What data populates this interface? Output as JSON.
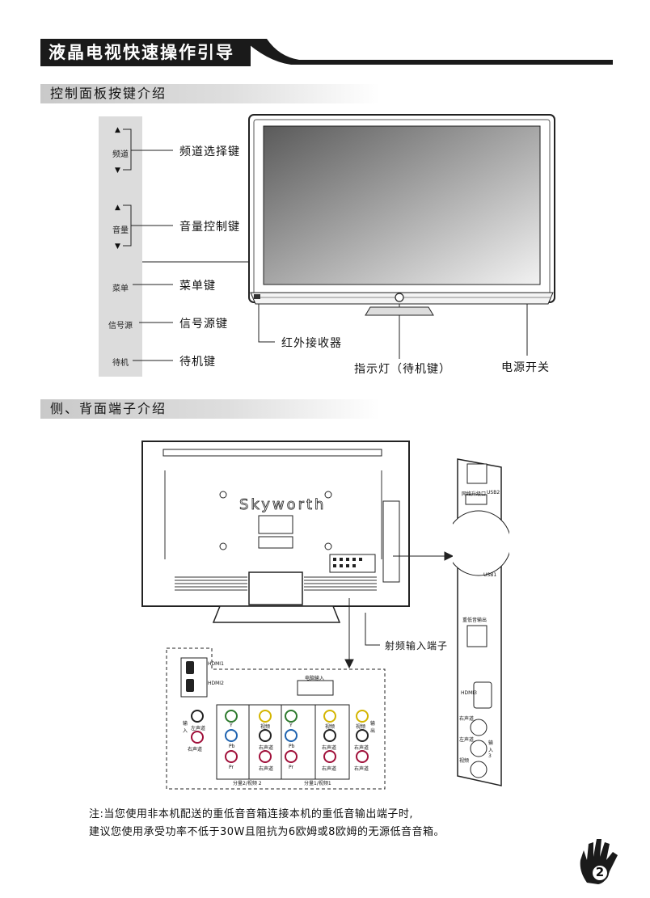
{
  "header": {
    "title": "液晶电视快速操作引导"
  },
  "section1": {
    "title": "控制面板按键介绍"
  },
  "panel": {
    "channel": "频道",
    "volume": "音量",
    "menu": "菜单",
    "source": "信号源",
    "standby": "待机"
  },
  "labels1": {
    "channel_key": "频道选择键",
    "volume_key": "音量控制键",
    "menu_key": "菜单键",
    "source_key": "信号源键",
    "standby_key": "待机键",
    "ir_receiver": "红外接收器",
    "indicator": "指示灯（待机键）",
    "power_switch": "电源开关"
  },
  "section2": {
    "title": "侧、背面端子介绍"
  },
  "tv_back": {
    "brand": "Skyworth"
  },
  "side_panel": {
    "net_upgrade": "网络升级口",
    "usb2": "USB2",
    "usb1": "USB1",
    "subwoofer_out": "重低音输出",
    "hdmi3": "HDMI3",
    "right_ch": "右声道",
    "left_ch": "左声道",
    "input3": "输入3",
    "video": "视频"
  },
  "rf_label": "射频输入端子",
  "detail": {
    "pc_input": "电脑输入",
    "hdmi1": "HDMI1",
    "hdmi2": "HDMI2",
    "input_label": "输入",
    "output_label": "输出",
    "left_ch": "左声道",
    "right_ch": "右声道",
    "y": "Y",
    "pb": "Pb",
    "pr": "Pr",
    "video": "视频",
    "group2": "分量2/视频 2",
    "group1": "分量1/视频1"
  },
  "note": {
    "line1": "注:当您使用非本机配送的重低音音箱连接本机的重低音输出端子时,",
    "line2": "建议您使用承受功率不低于30W且阻抗为6欧姆或8欧姆的无源低音音箱。"
  },
  "page": {
    "number": "2"
  }
}
